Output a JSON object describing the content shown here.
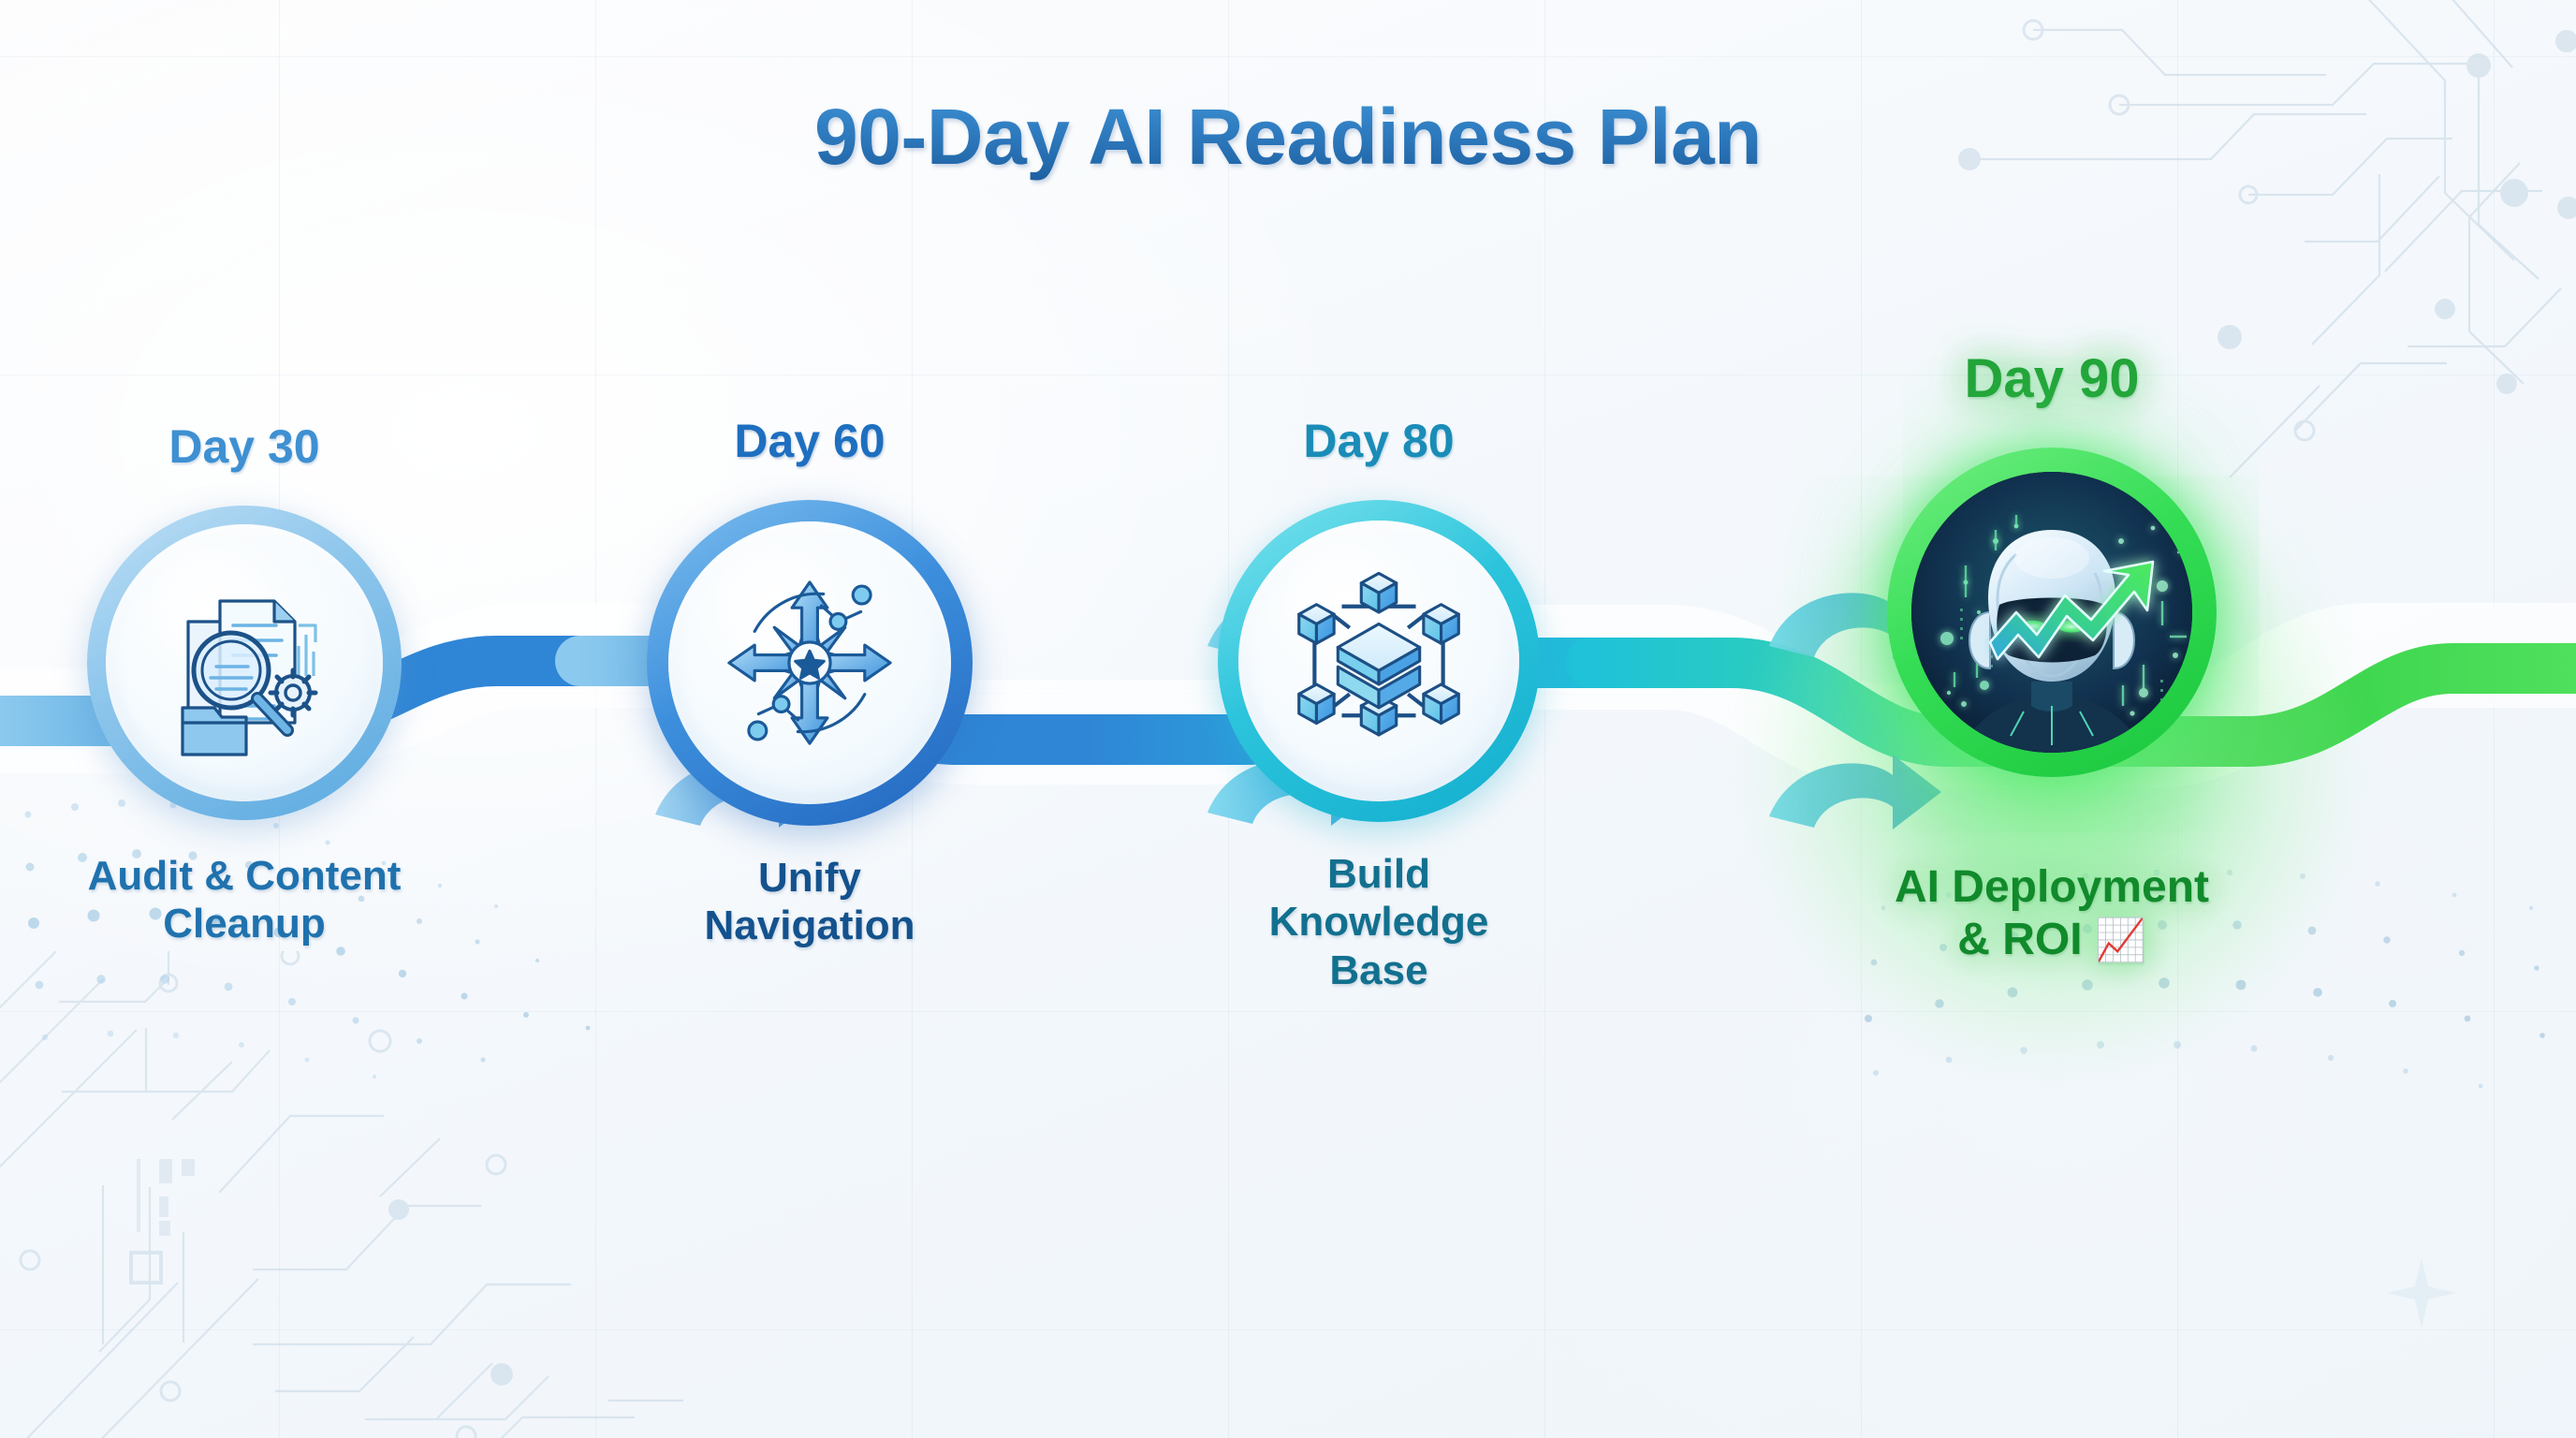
{
  "title": "90-Day AI Readiness Plan",
  "theme": {
    "title_color": "#2f7cc0",
    "accent_blue": "#3e90d2",
    "accent_navy": "#14528e",
    "accent_teal": "#12aece",
    "accent_green": "#21a338",
    "background": "#f4f8fc"
  },
  "stages": [
    {
      "day_label": "Day 30",
      "caption": "Audit & Content\nCleanup",
      "icon_name": "document-audit-icon",
      "ring_color": "#8ec6ec",
      "label_color": "#3e90d2"
    },
    {
      "day_label": "Day 60",
      "caption": "Unify\nNavigation",
      "icon_name": "compass-navigation-icon",
      "ring_color": "#3d8fdd",
      "label_color": "#1e6fc0"
    },
    {
      "day_label": "Day 80",
      "caption": "Build\nKnowledge\nBase",
      "icon_name": "cube-network-icon",
      "ring_color": "#2cc4dc",
      "label_color": "#1a8cb8"
    },
    {
      "day_label": "Day 90",
      "caption": "AI Deployment\n& ROI ",
      "caption_emoji": "📈",
      "icon_name": "ai-robot-growth-icon",
      "ring_color": "#34dd55",
      "label_color": "#21a338"
    }
  ],
  "connectors": [
    {
      "name": "connector-1-2",
      "arrows": 2
    },
    {
      "name": "connector-2-3",
      "arrows": 2
    },
    {
      "name": "connector-3-4",
      "arrows": 2
    }
  ],
  "background_elements": {
    "circuit_top_right": "circuit-trace-pattern",
    "circuit_bottom_left": "circuit-trace-pattern",
    "dotted_wave_left": "dotted-wave-pattern",
    "dotted_wave_right": "dotted-wave-pattern",
    "sparkle": "sparkle-icon"
  }
}
